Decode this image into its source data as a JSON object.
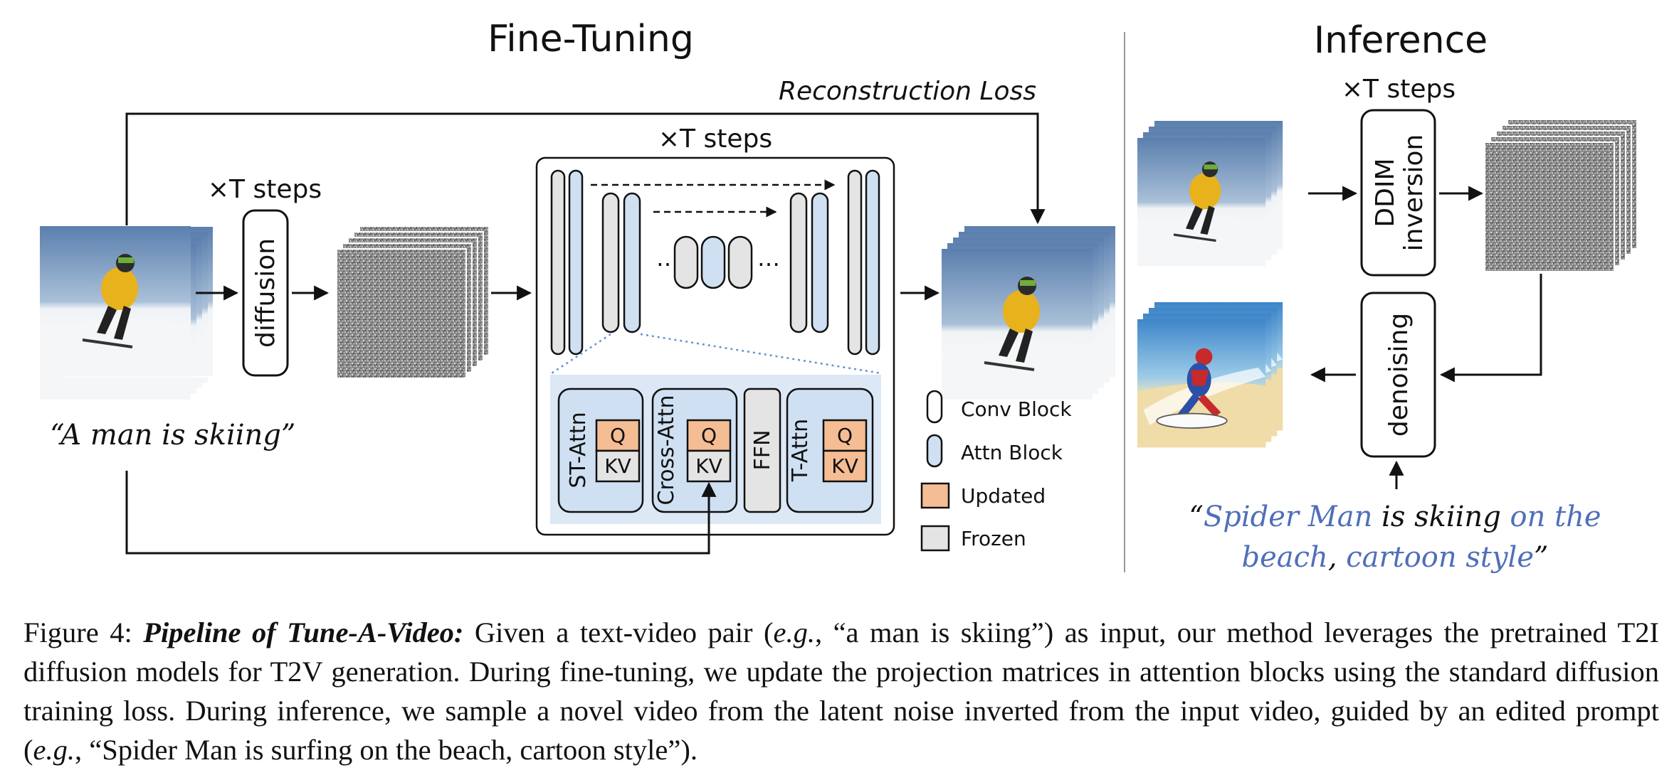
{
  "figure": {
    "finetune_title": "Fine-Tuning",
    "inference_title": "Inference",
    "recon_loss": "Reconstruction Loss",
    "steps_label": "×T steps",
    "diffusion_label": "diffusion",
    "ddim_line1": "DDIM",
    "ddim_line2": "inversion",
    "denoising_label": "denoising",
    "prompt_input": "“A man is skiing”",
    "prompt_edit": {
      "quote_open": "“",
      "part1": "Spider Man",
      "part2": " is skiing ",
      "part3": "on the",
      "part4": "beach",
      "part5": ",",
      "part6": " cartoon style",
      "quote_close": "”"
    },
    "ellipsis": "…",
    "attn_blocks": {
      "st_attn": "ST-Attn",
      "cross_attn": "Cross-Attn",
      "ffn": "FFN",
      "t_attn": "T-Attn",
      "q": "Q",
      "kv": "KV"
    },
    "legend": [
      {
        "label": "Conv Block"
      },
      {
        "label": "Attn Block"
      },
      {
        "label": "Updated"
      },
      {
        "label": "Frozen"
      }
    ],
    "colors": {
      "attn_blue": "#cfe0f2",
      "attn_panel": "#dce8f5",
      "updated_orange": "#f5bd93",
      "frozen_gray": "#e4e4e4",
      "prompt_blue": "#4f6fb8"
    }
  },
  "caption": {
    "lead": "Figure 4: ",
    "title": "Pipeline of Tune-A-Video:",
    "t1": " Given a text-video pair (",
    "eg": "e.g.",
    "t2": ", “a man is skiing”) as input, our method leverages the pretrained T2I diffusion models for T2V generation.  During fine-tuning, we update the projection matrices in attention blocks using the standard diffusion training loss. During inference, we sample a novel video from the latent noise inverted from the input video, guided by an edited prompt (",
    "t3": ", “Spider Man is surfing on the beach, cartoon style”)."
  }
}
